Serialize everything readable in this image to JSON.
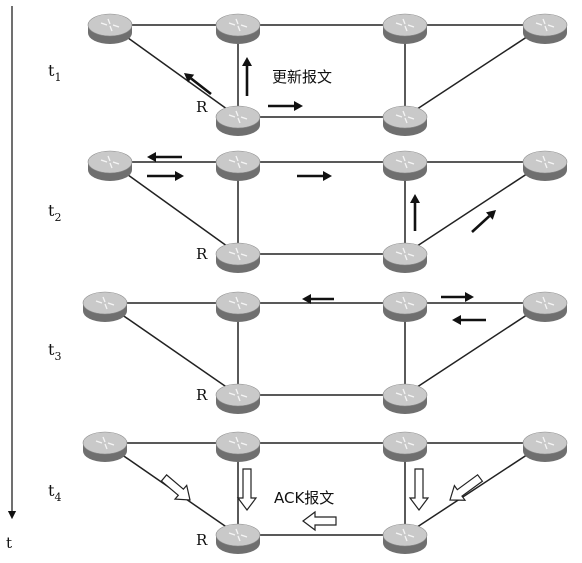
{
  "time_axis": {
    "label": "t"
  },
  "panels": [
    {
      "time": "t",
      "sub": "1",
      "annotation": "更新报文",
      "router_label": "R"
    },
    {
      "time": "t",
      "sub": "2",
      "annotation": "",
      "router_label": "R"
    },
    {
      "time": "t",
      "sub": "3",
      "annotation": "",
      "router_label": "R"
    },
    {
      "time": "t",
      "sub": "4",
      "annotation": "ACK报文",
      "router_label": "R"
    }
  ],
  "colors": {
    "line": "#222222",
    "router_top": "#c9c9c9",
    "router_side": "#6f6f6f",
    "arrow_solid": "#111111",
    "arrow_hollow_fill": "#ffffff"
  },
  "router_icon": "router-icon",
  "links": [
    [
      "r0",
      "r1"
    ],
    [
      "r1",
      "r2"
    ],
    [
      "r2",
      "r3"
    ],
    [
      "r0",
      "rR"
    ],
    [
      "r1",
      "rR"
    ],
    [
      "r2",
      "r5"
    ],
    [
      "rR",
      "r5"
    ],
    [
      "r5",
      "r3"
    ]
  ]
}
